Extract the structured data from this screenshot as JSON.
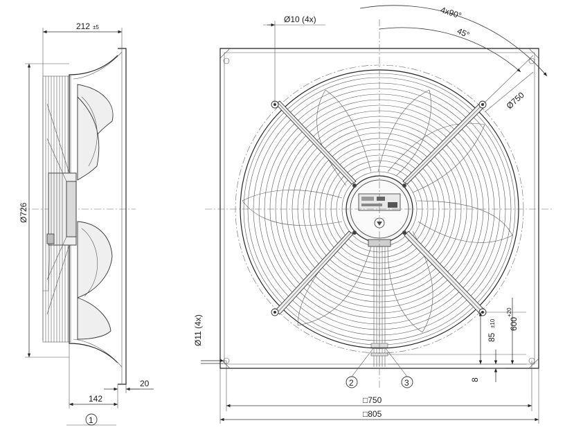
{
  "dimensions": {
    "width_212": "212",
    "width_212_tol": "±5",
    "dia_726": "Ø726",
    "dim_142": "142",
    "dim_20": "20",
    "hole_dia_top": "Ø10 (4x)",
    "angle_4x90": "4x90°",
    "angle_45": "45°",
    "dia_750": "Ø750",
    "hole_dia_left": "Ø11 (4x)",
    "dim_85": "85",
    "dim_85_tol": "±10",
    "dim_600": "600",
    "dim_600_tol": "+20",
    "dim_8": "8",
    "square_750": "□750",
    "square_805": "□805"
  },
  "callouts": {
    "c1": "1",
    "c2": "2",
    "c3": "3"
  }
}
